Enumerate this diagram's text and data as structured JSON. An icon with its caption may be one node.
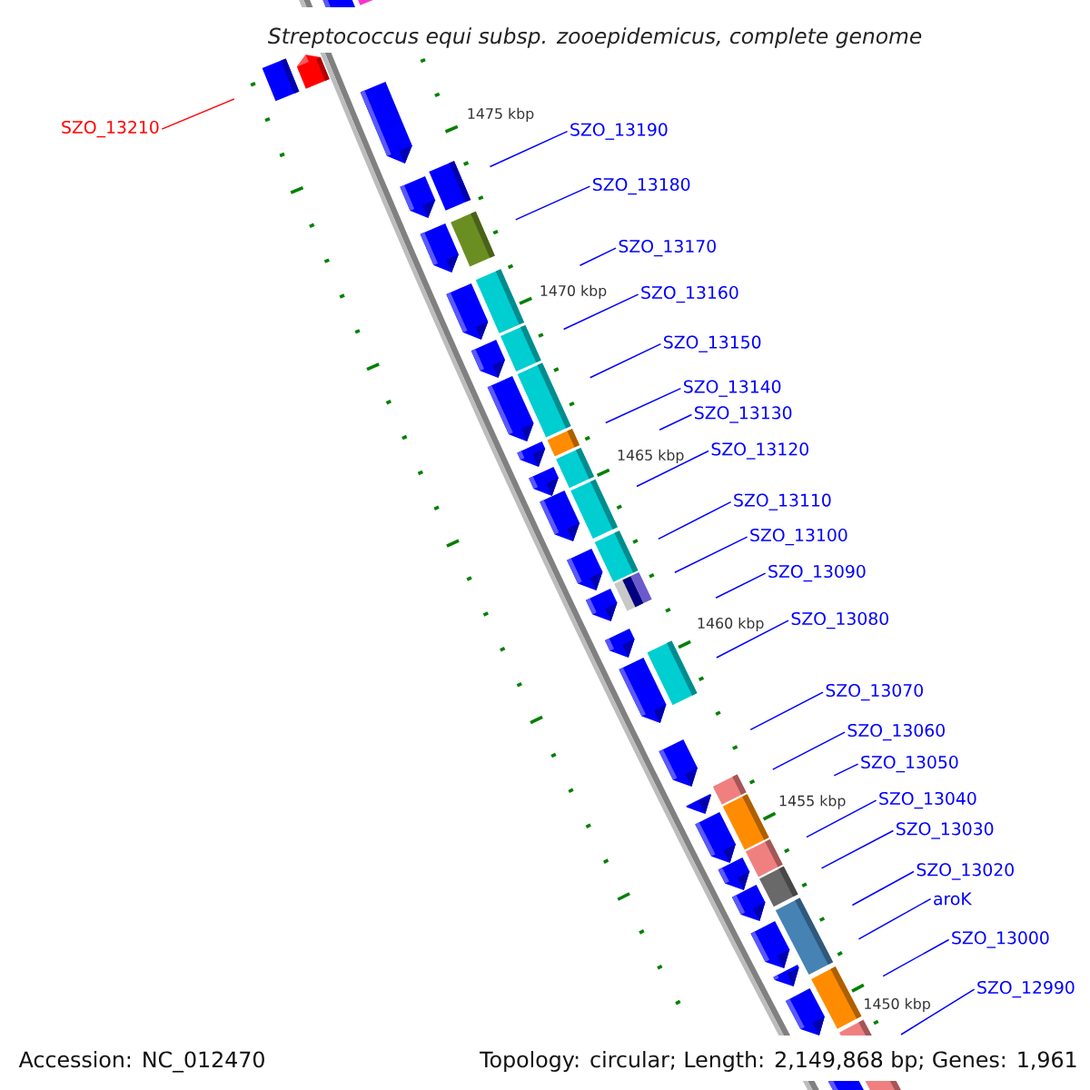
{
  "diagram": {
    "title": "Streptococcus equi subsp. zooepidemicus, complete genome",
    "nodes": [
      {
        "text": [
          "SZO_13210"
        ]
      },
      {
        "text": [
          "SZO_13190"
        ]
      },
      {
        "text": [
          "SZO_13180"
        ]
      },
      {
        "text": [
          "SZO_13170"
        ]
      },
      {
        "text": [
          "SZO_13160"
        ]
      },
      {
        "text": [
          "SZO_13150"
        ]
      },
      {
        "text": [
          "SZO_13140"
        ]
      },
      {
        "text": [
          "SZO_13130"
        ]
      },
      {
        "text": [
          "SZO_13120"
        ]
      },
      {
        "text": [
          "SZO_13110"
        ]
      },
      {
        "text": [
          "SZO_13100"
        ]
      },
      {
        "text": [
          "SZO_13090"
        ]
      },
      {
        "text": [
          "SZO_13080"
        ]
      },
      {
        "text": [
          "SZO_13070"
        ]
      },
      {
        "text": [
          "SZO_13060"
        ]
      },
      {
        "text": [
          "SZO_13050"
        ]
      },
      {
        "text": [
          "SZO_13040"
        ]
      },
      {
        "text": [
          "SZO_13030"
        ]
      },
      {
        "text": [
          "SZO_13020"
        ]
      },
      {
        "text": [
          "aroK"
        ]
      },
      {
        "text": [
          "SZO_13000"
        ]
      },
      {
        "text": [
          "SZO_12990"
        ]
      }
    ],
    "edges": [
      {
        "from": 0,
        "to": null,
        "arrow": "none",
        "color": "#ff0000"
      },
      {
        "from": 1,
        "to": null,
        "arrow": "none"
      },
      {
        "from": 2,
        "to": null,
        "arrow": "none"
      },
      {
        "from": 3,
        "to": null,
        "arrow": "none"
      },
      {
        "from": 4,
        "to": null,
        "arrow": "none"
      },
      {
        "from": 5,
        "to": null,
        "arrow": "none"
      },
      {
        "from": 6,
        "to": null,
        "arrow": "none"
      },
      {
        "from": 7,
        "to": null,
        "arrow": "none"
      },
      {
        "from": 8,
        "to": null,
        "arrow": "none"
      },
      {
        "from": 9,
        "to": null,
        "arrow": "none"
      },
      {
        "from": 10,
        "to": null,
        "arrow": "none"
      },
      {
        "from": 11,
        "to": null,
        "arrow": "none"
      },
      {
        "from": 12,
        "to": null,
        "arrow": "none"
      },
      {
        "from": 13,
        "to": null,
        "arrow": "none"
      },
      {
        "from": 14,
        "to": null,
        "arrow": "none"
      },
      {
        "from": 15,
        "to": null,
        "arrow": "none"
      },
      {
        "from": 16,
        "to": null,
        "arrow": "none"
      },
      {
        "from": 17,
        "to": null,
        "arrow": "none"
      },
      {
        "from": 18,
        "to": null,
        "arrow": "none"
      },
      {
        "from": 19,
        "to": null,
        "arrow": "none"
      },
      {
        "from": 20,
        "to": null,
        "arrow": "none"
      },
      {
        "from": 21,
        "to": null,
        "arrow": "none"
      }
    ],
    "labels": [
      "1475 kbp",
      "1470 kbp",
      "1465 kbp",
      "1460 kbp",
      "1455 kbp",
      "1450 kbp",
      "Accession: NC_012470",
      "Topology: circular; Length: 2,149,868 bp; Genes: 1,961"
    ]
  }
}
